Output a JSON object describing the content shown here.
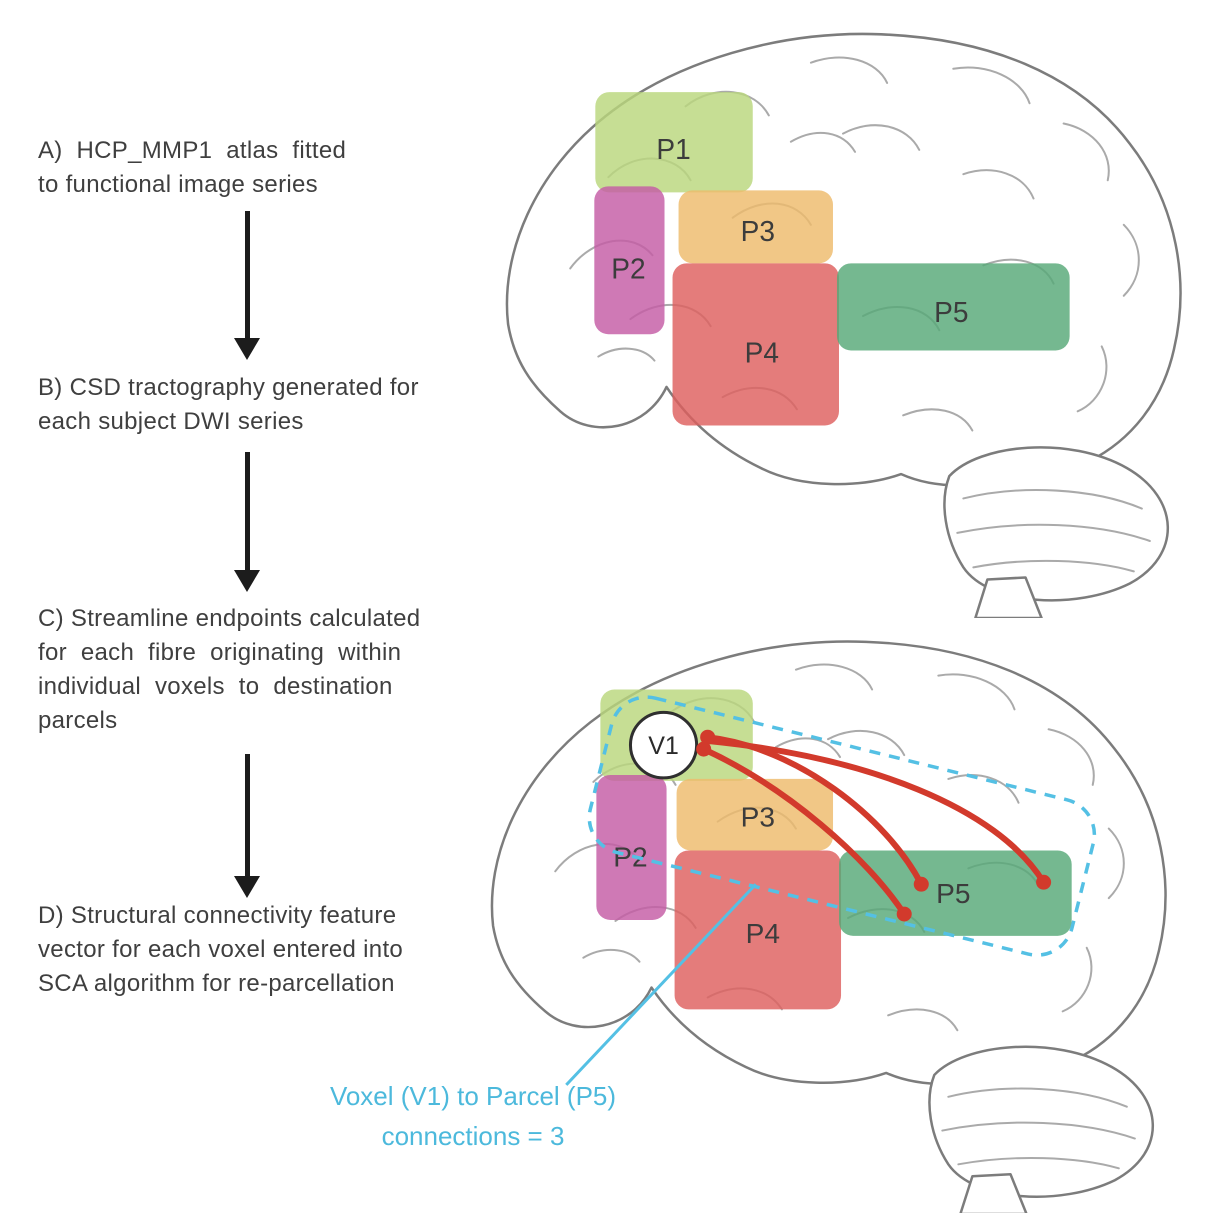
{
  "colors": {
    "text": "#3f3f3f",
    "arrow": "#1c1c1c",
    "caption": "#4cb9dc",
    "streamline": "#d23a2c",
    "highlight_box": "#54c0e4",
    "brain_outline": "#7c7c7c"
  },
  "steps": {
    "a": {
      "lines": [
        "A)  HCP_MMP1  atlas  fitted",
        "to functional image series"
      ]
    },
    "b": {
      "lines": [
        "B) CSD tractography generated for",
        "each subject DWI series"
      ]
    },
    "c": {
      "lines": [
        "C) Streamline endpoints calculated",
        "for  each  fibre  originating  within",
        "individual  voxels  to  destination",
        "parcels"
      ]
    },
    "d": {
      "lines": [
        "D) Structural connectivity feature",
        "vector for each voxel entered into",
        "SCA algorithm for re-parcellation"
      ]
    }
  },
  "atlas": {
    "parcels": {
      "p1": {
        "label": "P1",
        "color": "#b9d77d"
      },
      "p2": {
        "label": "P2",
        "color": "#c55ca5"
      },
      "p3": {
        "label": "P3",
        "color": "#eebb6b"
      },
      "p4": {
        "label": "P4",
        "color": "#de5f5e"
      },
      "p5": {
        "label": "P5",
        "color": "#57a878"
      }
    },
    "voxel": {
      "label": "V1"
    }
  },
  "caption": {
    "line1": "Voxel (V1) to Parcel (P5)",
    "line2": "connections = 3"
  }
}
